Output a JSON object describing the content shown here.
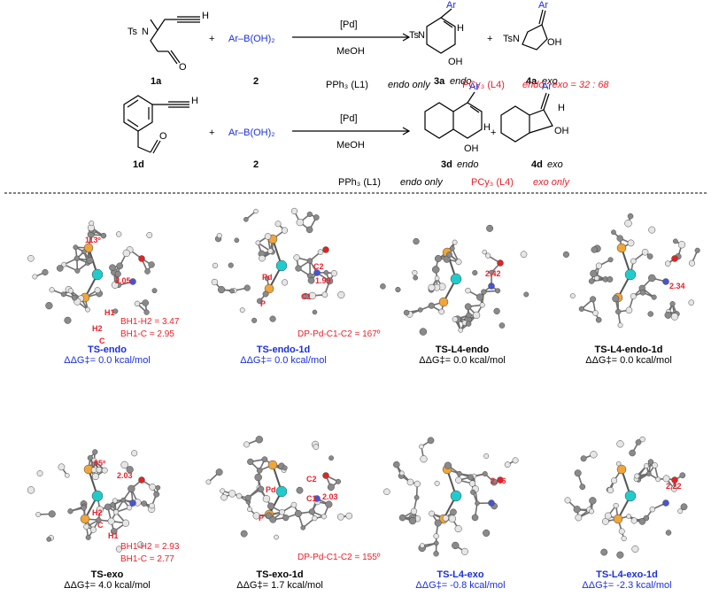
{
  "colors": {
    "red": "#e8202a",
    "blue": "#1a2fd8",
    "pd": "#22cbcb",
    "p": "#f0a53a",
    "n": "#4754d6",
    "o": "#e02424",
    "s": "#d9c53a",
    "h": "#e6e6e6",
    "c": "#8a8a8a"
  },
  "scheme1": {
    "substrate_label": "1a",
    "ts_label": "Ts",
    "n_label": "N",
    "h_label": "H",
    "o_label": "O",
    "plus1": "+",
    "reagent": "Ar–B(OH)₂",
    "reagent_label": "2",
    "catalyst": "[Pd]",
    "solvent": "MeOH",
    "product1_label": "3a",
    "product1_type": "endo",
    "plus2": "+",
    "product2_label": "4a",
    "product2_type": "exo",
    "ar_label": "Ar",
    "oh_label": "OH",
    "tsn_label": "TsN",
    "l1_text": "PPh₃ (L1)",
    "l1_result": "endo only",
    "l4_text": "PCy₃ (L4)",
    "l4_result": "endo : exo = 32 : 68"
  },
  "scheme2": {
    "substrate_label": "1d",
    "plus1": "+",
    "reagent": "Ar–B(OH)₂",
    "reagent_label": "2",
    "catalyst": "[Pd]",
    "solvent": "MeOH",
    "product1_label": "3d",
    "product1_type": "endo",
    "plus2": "+",
    "product2_label": "4d",
    "product2_type": "exo",
    "ar_label": "Ar",
    "oh_label": "OH",
    "h_label": "H",
    "o_label": "O",
    "l1_text": "PPh₃ (L1)",
    "l1_result": "endo only",
    "l4_text": "PCy₃ (L4)",
    "l4_result": "exo only"
  },
  "structures": [
    {
      "name": "TS-endo",
      "energy": "ΔΔG‡= 0.0 kcal/mol",
      "blue": true,
      "annotations": [
        "113º",
        "2.05",
        "H1",
        "H2",
        "C",
        "BH1-H2 = 3.47",
        "BH1-C = 2.95"
      ]
    },
    {
      "name": "TS-endo-1d",
      "energy": "ΔΔG‡= 0.0 kcal/mol",
      "blue": true,
      "annotations": [
        "Pd",
        "P",
        "C2",
        "C1",
        "1.99",
        "DP-Pd-C1-C2 = 167º"
      ]
    },
    {
      "name": "TS-L4-endo",
      "energy": "ΔΔG‡= 0.0 kcal/mol",
      "blue": false,
      "annotations": [
        "2.42"
      ]
    },
    {
      "name": "TS-L4-endo-1d",
      "energy": "ΔΔG‡= 0.0 kcal/mol",
      "blue": false,
      "annotations": [
        "2.34"
      ]
    },
    {
      "name": "TS-exo",
      "energy": "ΔΔG‡= 4.0 kcal/mol",
      "blue": false,
      "annotations": [
        "95º",
        "2.03",
        "H2",
        "C",
        "H1",
        "BH1-H2 = 2.93",
        "BH1-C = 2.77"
      ]
    },
    {
      "name": "TS-exo-1d",
      "energy": "ΔΔG‡= 1.7 kcal/mol",
      "blue": false,
      "annotations": [
        "Pd",
        "P",
        "C2",
        "C1",
        "2.03",
        "DP-Pd-C1-C2 = 155º"
      ]
    },
    {
      "name": "TS-L4-exo",
      "energy": "ΔΔG‡= -0.8 kcal/mol",
      "blue": true,
      "annotations": [
        "2.46"
      ]
    },
    {
      "name": "TS-L4-exo-1d",
      "energy": "ΔΔG‡= -2.3 kcal/mol",
      "blue": true,
      "annotations": [
        "2.22"
      ]
    }
  ]
}
